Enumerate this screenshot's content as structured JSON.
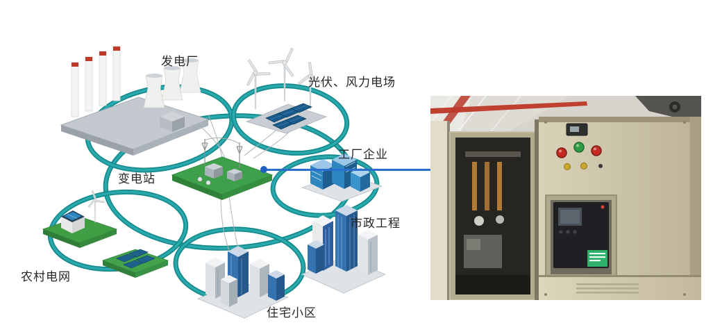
{
  "page": {
    "background": "#ffffff"
  },
  "diagram": {
    "labels": {
      "power_plant": "发电厂",
      "solar_wind_farm": "光伏、风力电场",
      "factory_enterprise": "工厂企业",
      "substation": "变电站",
      "municipal_engineering": "市政工程",
      "rural_grid": "农村电网",
      "residential_community": "住宅小区"
    },
    "colors": {
      "ring_teal": "#178f91",
      "ring_teal_light": "#2db3b5",
      "connector_blue": "#2b6fce",
      "label_color": "#262626",
      "substation_green": "#3ea04a",
      "building_blue": "#2e86c1",
      "rural_green": "#3f9d44"
    }
  },
  "photo": {
    "name": "switchgear-cabinet-photo",
    "colors": {
      "cabinet_beige": "#d3ccb2",
      "indicator_red": "#c22a22",
      "indicator_green": "#2f9e42",
      "indicator_amber": "#caa62c",
      "relay_label_green": "#2fb06a",
      "roof_beam_red": "#c04030"
    }
  }
}
